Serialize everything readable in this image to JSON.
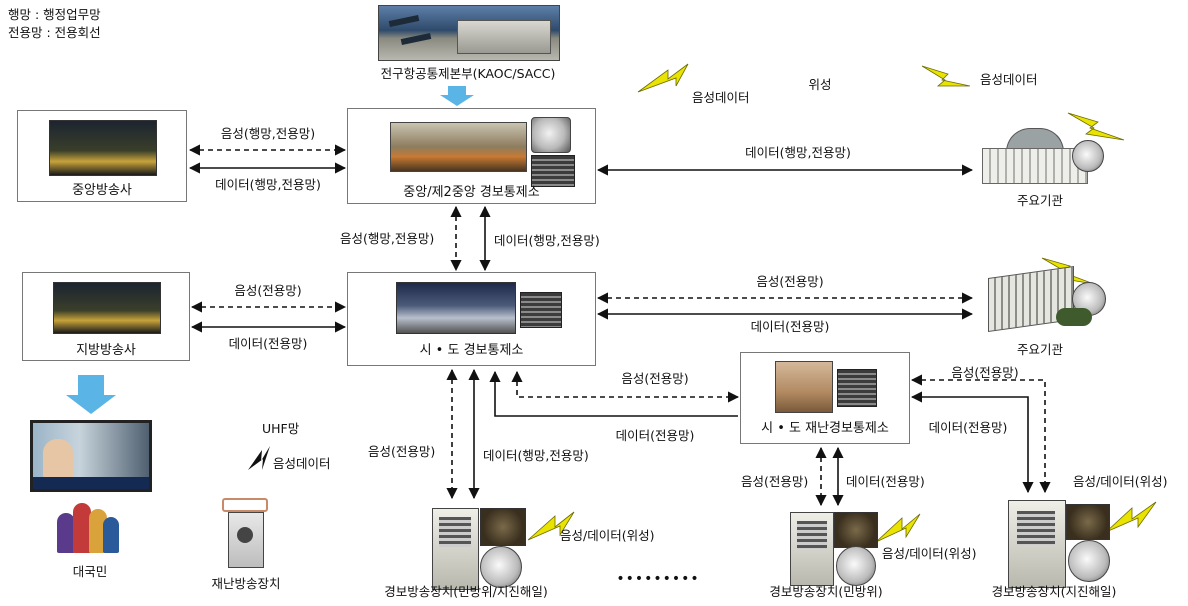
{
  "legend": {
    "line1": "행망 : 행정업무망",
    "line2": "전용망 : 전용회선"
  },
  "nodes": {
    "kaoc": "전구항공통제본부(KAOC/SACC)",
    "central_broadcaster": "중앙방송사",
    "central_center": "중앙/제2중앙 경보통제소",
    "major_agency_1": "주요기관",
    "local_broadcaster": "지방방송사",
    "city_center": "시 • 도 경보통제소",
    "major_agency_2": "주요기관",
    "disaster_center": "시 • 도 재난경보통제소",
    "citizens": "대국민",
    "disaster_device": "재난방송장치",
    "device_1": "경보방송장치(민방위/지진해일)",
    "device_2": "경보방송장치(민방위)",
    "device_3": "경보방송장치(지진해일)",
    "ellipsis": "•••••••••"
  },
  "links": {
    "voice_hm_jy": "음성(행망,전용망)",
    "data_hm_jy": "데이터(행망,전용망)",
    "voice_jy": "음성(전용망)",
    "data_jy": "데이터(전용망)",
    "voice_data_sat": "음성/데이터(위성)",
    "voice_data": "음성데이터",
    "satellite": "위성",
    "uhf": "UHF망"
  },
  "colors": {
    "bolt": "#e8e300",
    "arrow_blue": "#5ab4e6",
    "box_border": "#777777"
  }
}
